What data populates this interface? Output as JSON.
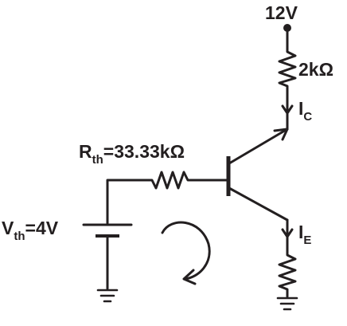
{
  "supply": {
    "label": "12V"
  },
  "collector_resistor": {
    "label": "2kΩ"
  },
  "collector_current": {
    "main": "I",
    "sub": "C"
  },
  "emitter_current": {
    "main": "I",
    "sub": "E"
  },
  "thevenin_resistor": {
    "main": "R",
    "sub": "th",
    "value": "=33.33kΩ"
  },
  "thevenin_source": {
    "main": "V",
    "sub": "th",
    "value": "=4V"
  },
  "colors": {
    "ink": "#231f20"
  }
}
